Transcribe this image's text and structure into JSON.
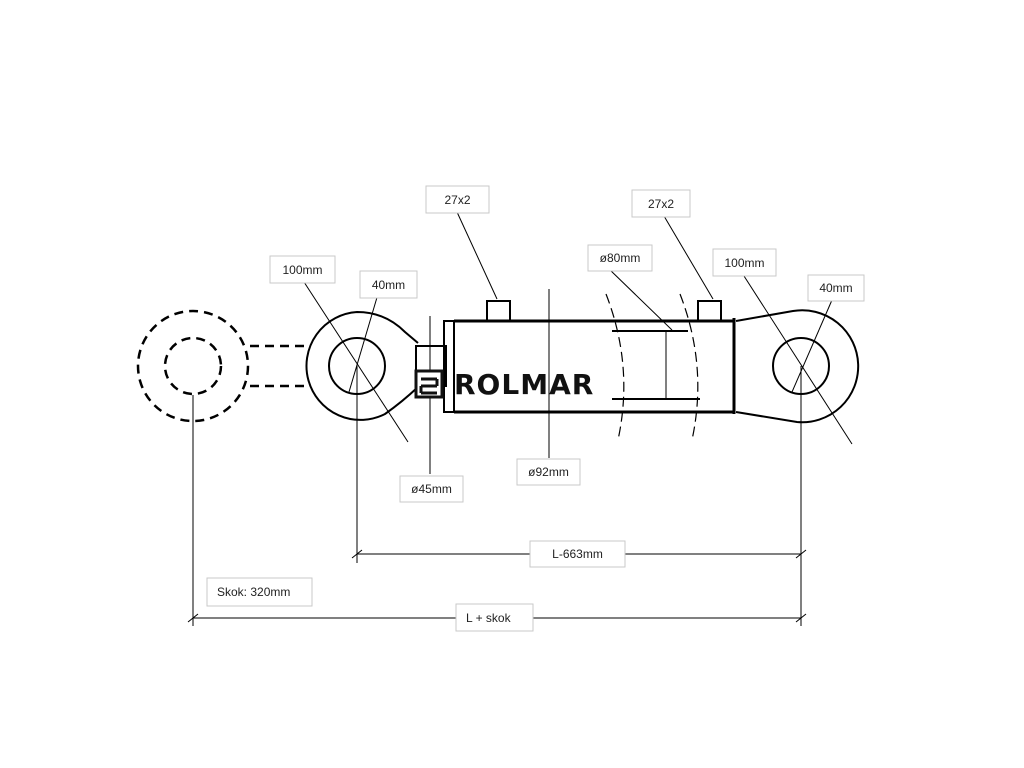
{
  "brand": {
    "name": "ROLMAR"
  },
  "labels": {
    "port_left": "27x2",
    "port_right": "27x2",
    "eye_left_outer": "100mm",
    "eye_left_hole": "40mm",
    "eye_right_outer": "100mm",
    "eye_right_hole": "40mm",
    "piston_diameter": "ø80mm",
    "rod_diameter": "ø45mm",
    "barrel_diameter": "ø92mm",
    "closed_length": "L-663mm",
    "stroke": "Skok: 320mm",
    "extended_length": "L + skok"
  },
  "colors": {
    "line": "#000000",
    "label_border": "#c9c9c9",
    "text": "#222222"
  }
}
